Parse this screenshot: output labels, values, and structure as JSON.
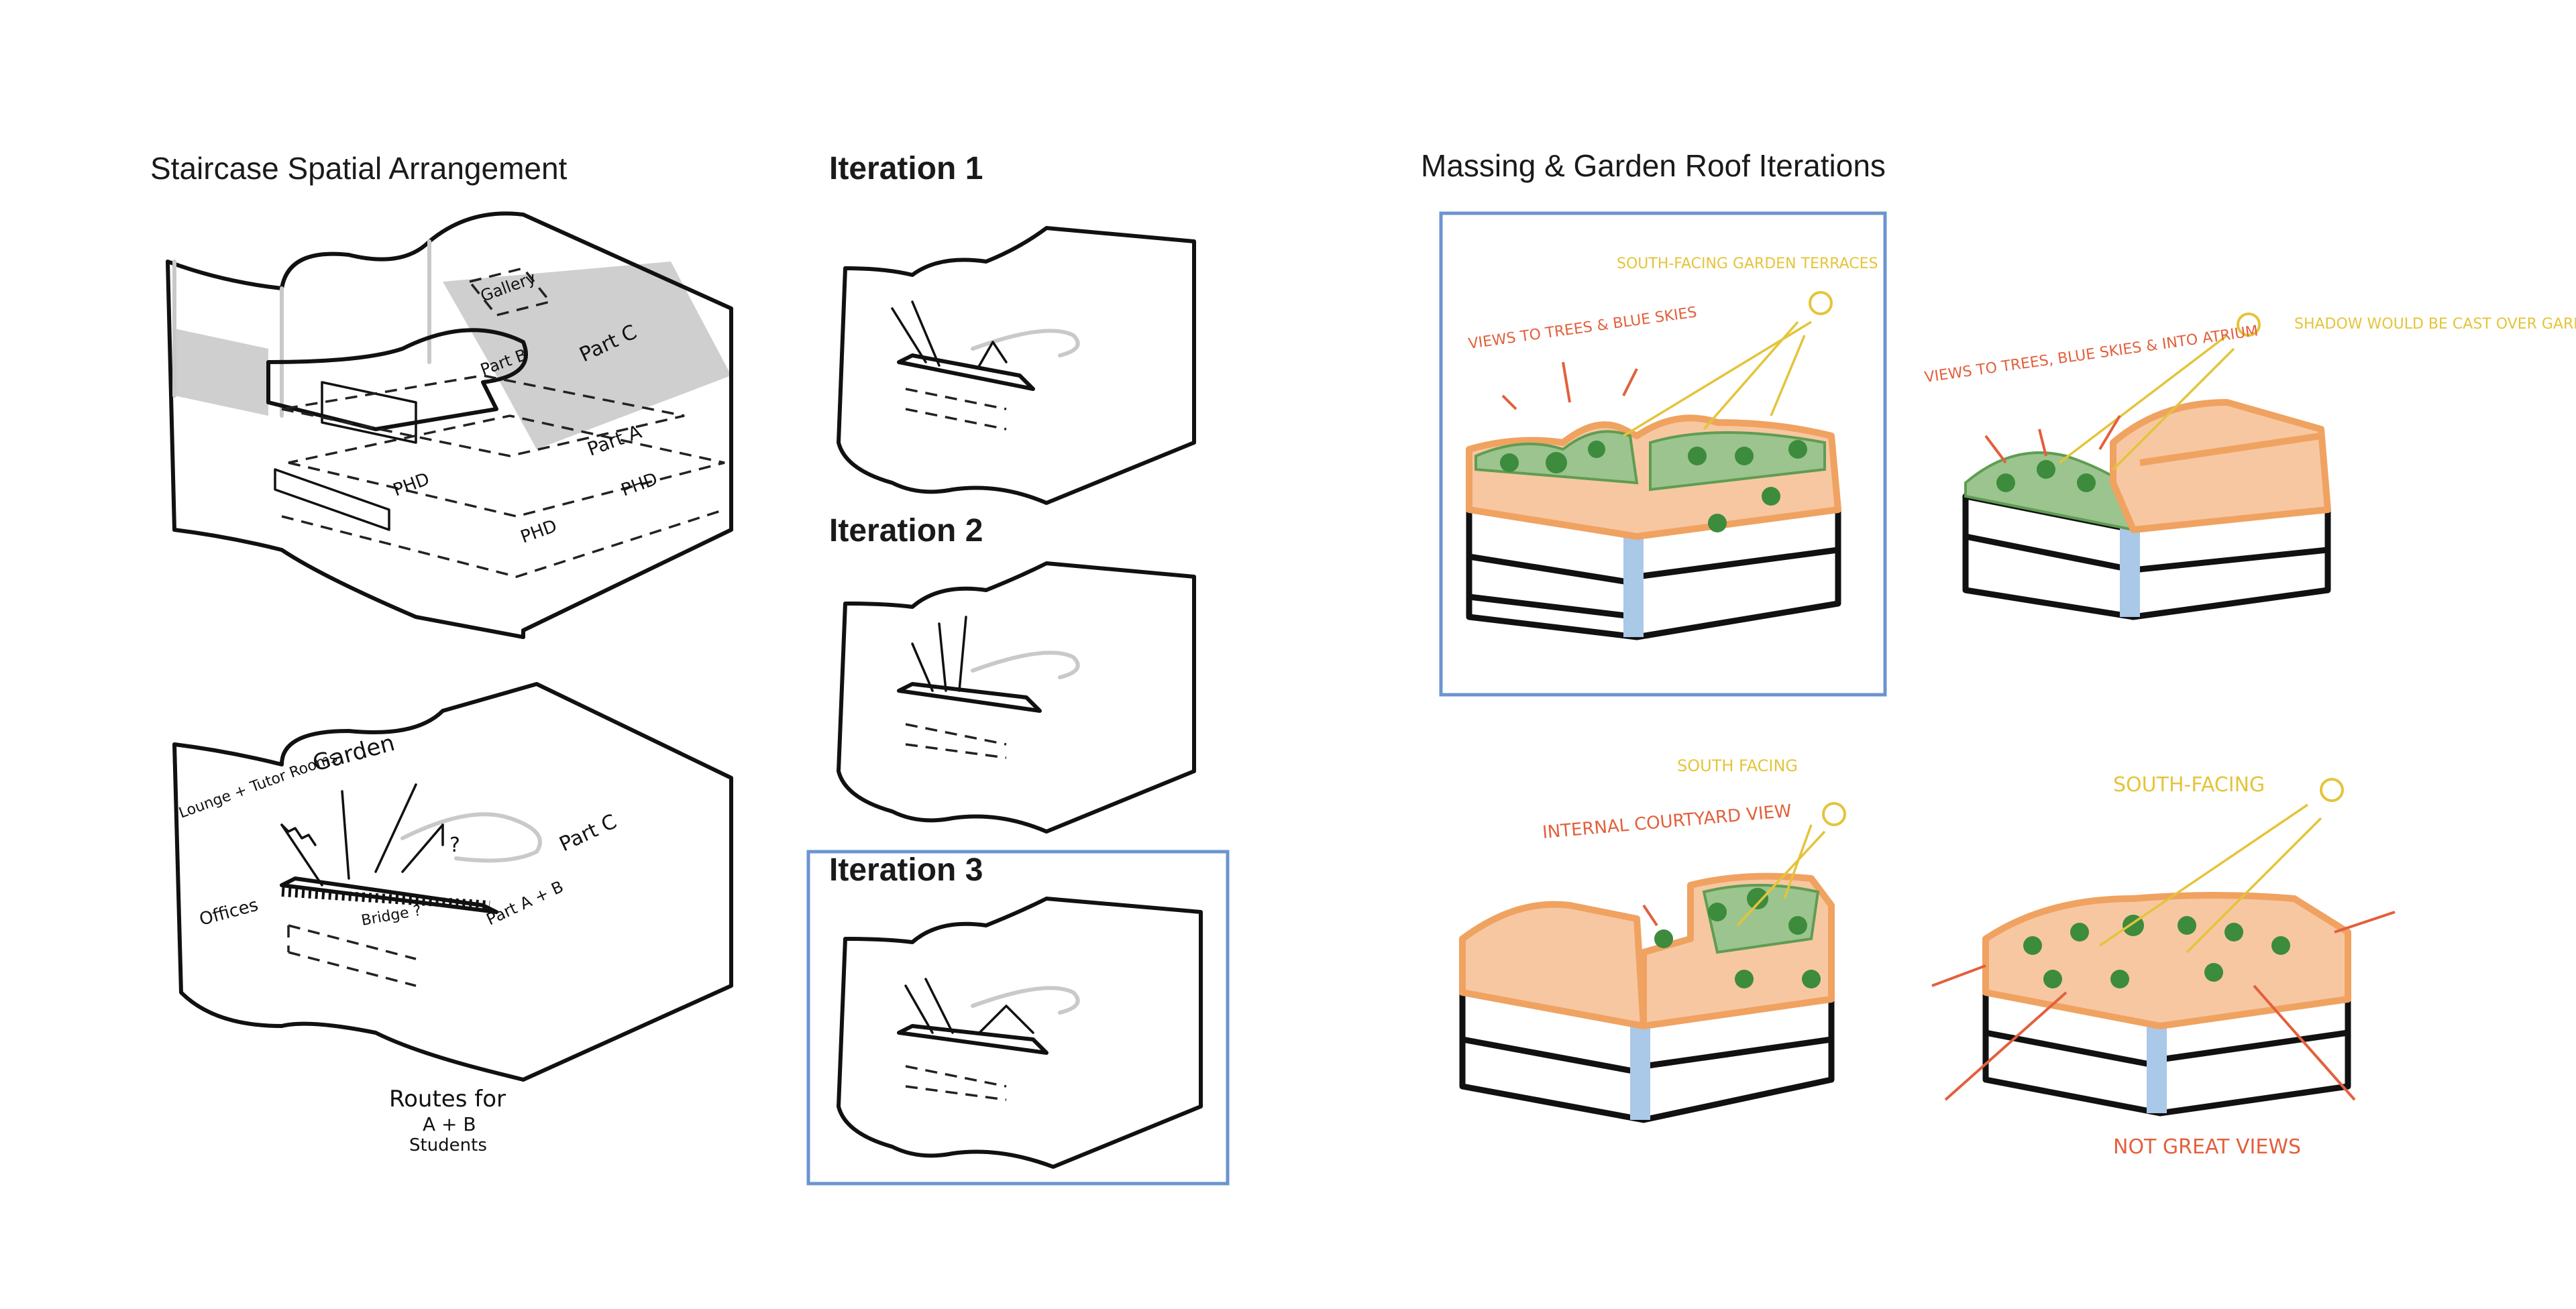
{
  "headings": {
    "staircase": "Staircase Spatial Arrangement",
    "iter1": "Iteration 1",
    "iter2": "Iteration 2",
    "iter3": "Iteration 3",
    "massing": "Massing & Garden Roof Iterations"
  },
  "staircase_top_labels": {
    "gallery": "Gallery",
    "part_b": "Part B",
    "part_c": "Part C",
    "part_a": "Part A",
    "phd1": "PHD",
    "phd2": "PHD",
    "phd3": "PHD"
  },
  "staircase_bottom_labels": {
    "garden": "Garden",
    "lounge": "Lounge + Tutor Rooms",
    "part_c": "Part C",
    "offices": "Offices",
    "bridge": "Bridge ?",
    "part_ab": "Part A + B",
    "question": "?",
    "routes": "Routes for",
    "routes2": "A + B",
    "routes3": "Students"
  },
  "massing_labels": {
    "m1_south": "SOUTH-FACING GARDEN TERRACES",
    "m1_views": "VIEWS TO TREES & BLUE SKIES",
    "m2_views": "VIEWS TO TREES, BLUE SKIES & INTO ATRIUM",
    "m2_shadow": "SHADOW WOULD BE CAST OVER GARDENS BY",
    "m3_south": "SOUTH FACING",
    "m3_internal": "INTERNAL COURTYARD VIEW",
    "m4_south": "SOUTH-FACING",
    "m4_views": "NOT GREAT VIEWS"
  },
  "colors": {
    "frame": "#6b95cf",
    "orange_mass": "#f7c7a2",
    "orange_stroke": "#f0a261",
    "green_roof": "#9cc48e",
    "tree": "#3d8b3d",
    "atrium_blue": "#aac8e8",
    "annotation_orange": "#e2603c",
    "annotation_yellow": "#e4c43a"
  }
}
